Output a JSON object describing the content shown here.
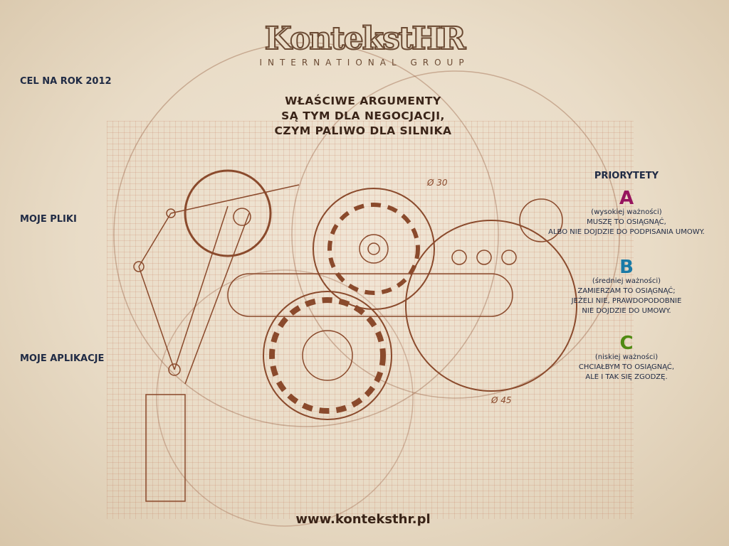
{
  "logo": {
    "main": "KontekstHR",
    "sub": "INTERNATIONAL GROUP"
  },
  "slogan": [
    "WŁAŚCIWE ARGUMENTY",
    "SĄ TYM DLA NEGOCJACJI,",
    "CZYM PALIWO DLA SILNIKA"
  ],
  "desktop": [
    "CEL NA ROK 2012",
    "MOJE PLIKI",
    "MOJE APLIKACJE"
  ],
  "sketch_labels": [
    "Ø 30",
    "Ø 45"
  ],
  "priorities": {
    "title": "PRIORYTETY",
    "items": [
      {
        "letter": "A",
        "color": "#96145e",
        "sub": "(wysokiej ważności)",
        "lines": [
          "MUSZĘ TO OSIĄGNĄĆ,",
          "ALBO NIE DOJDZIE DO PODPISANIA UMOWY."
        ]
      },
      {
        "letter": "B",
        "color": "#1a7aa6",
        "sub": "(średniej ważności)",
        "lines": [
          "ZAMIERZAM TO OSIĄGNĄĆ;",
          "JEŻELI NIE, PRAWDOPODOBNIE",
          "NIE DOJDZIE DO UMOWY."
        ]
      },
      {
        "letter": "C",
        "color": "#4f8a12",
        "sub": "(niskiej ważności)",
        "lines": [
          "CHCIAŁBYM TO OSIĄGNĄĆ,",
          "ALE I TAK SIĘ ZGODZĘ."
        ]
      }
    ]
  },
  "url": "www.konteksthr.pl"
}
